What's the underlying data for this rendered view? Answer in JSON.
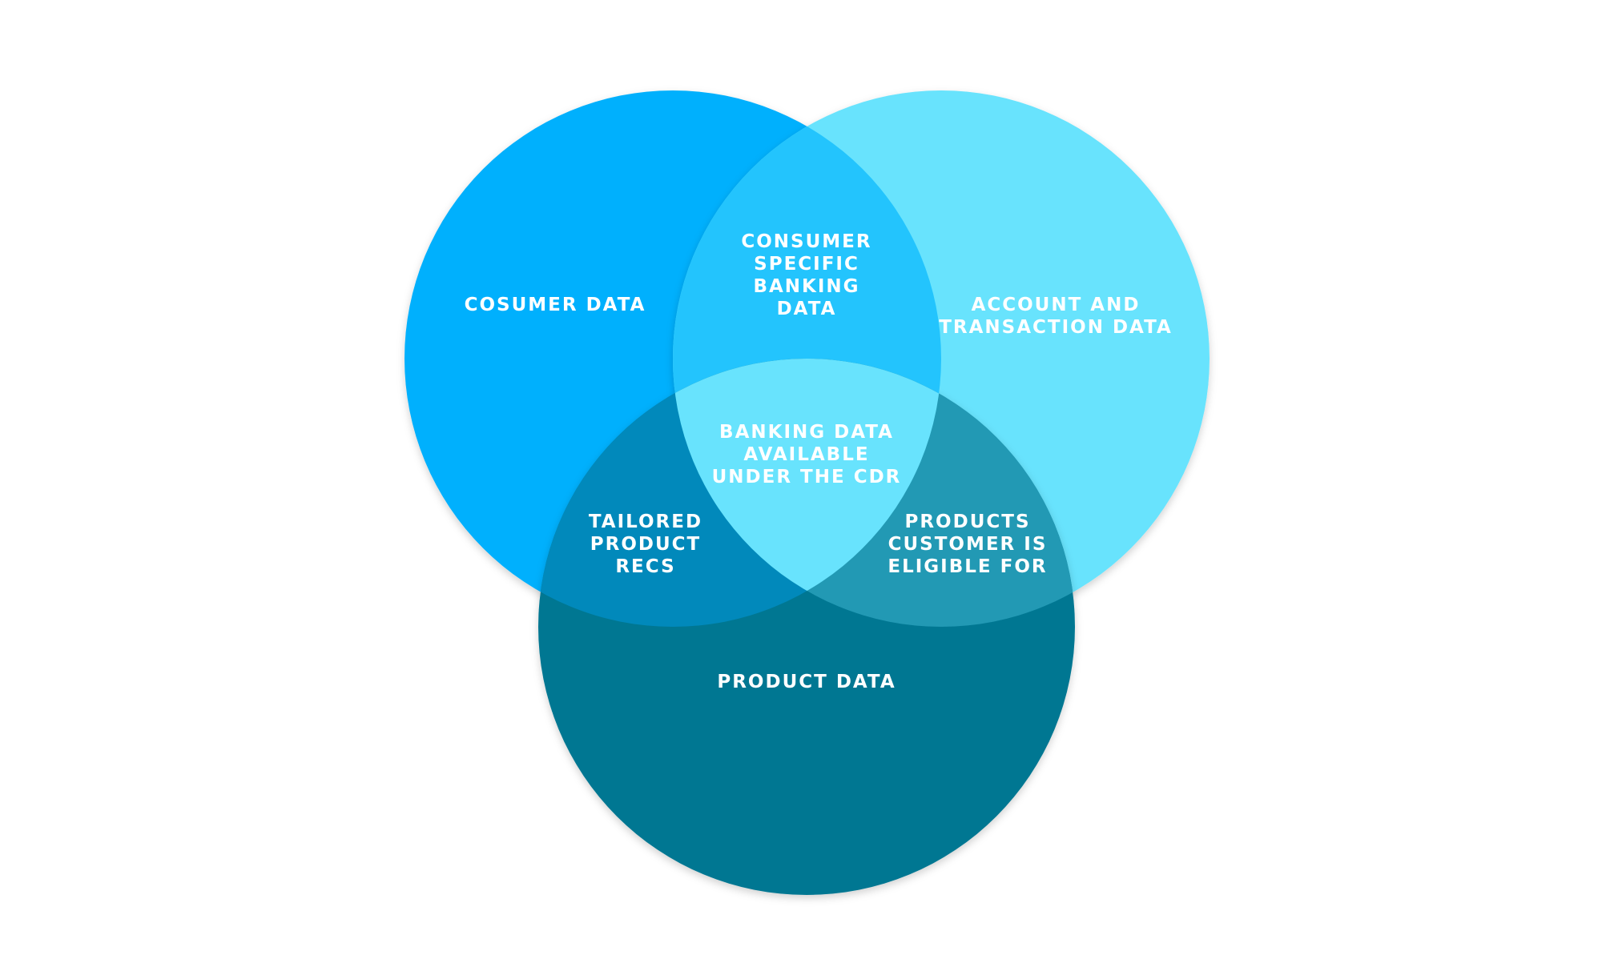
{
  "colors": {
    "background": "#ffffff",
    "consumer_circle": "#03b0fd",
    "account_circle": "#68e3fd",
    "product_circle": "#017792",
    "overlap_consumer_account": "#23c4fd",
    "overlap_consumer_product": "#0189bb",
    "overlap_account_product": "#2299b4",
    "overlap_all": "#68e3fd",
    "label_text": "#ffffff"
  },
  "sets": {
    "consumer": {
      "lines": [
        "COSUMER DATA"
      ]
    },
    "account": {
      "lines": [
        "ACCOUNT AND",
        "TRANSACTION DATA"
      ]
    },
    "product": {
      "lines": [
        "PRODUCT DATA"
      ]
    }
  },
  "intersections": {
    "consumer_account": {
      "lines": [
        "CONSUMER",
        "SPECIFIC",
        "BANKING",
        "DATA"
      ]
    },
    "consumer_product": {
      "lines": [
        "TAILORED",
        "PRODUCT",
        "RECS"
      ]
    },
    "account_product": {
      "lines": [
        "PRODUCTS",
        "CUSTOMER IS",
        "ELIGIBLE FOR"
      ]
    },
    "all": {
      "lines": [
        "BANKING DATA",
        "AVAILABLE",
        "UNDER THE CDR"
      ]
    }
  }
}
